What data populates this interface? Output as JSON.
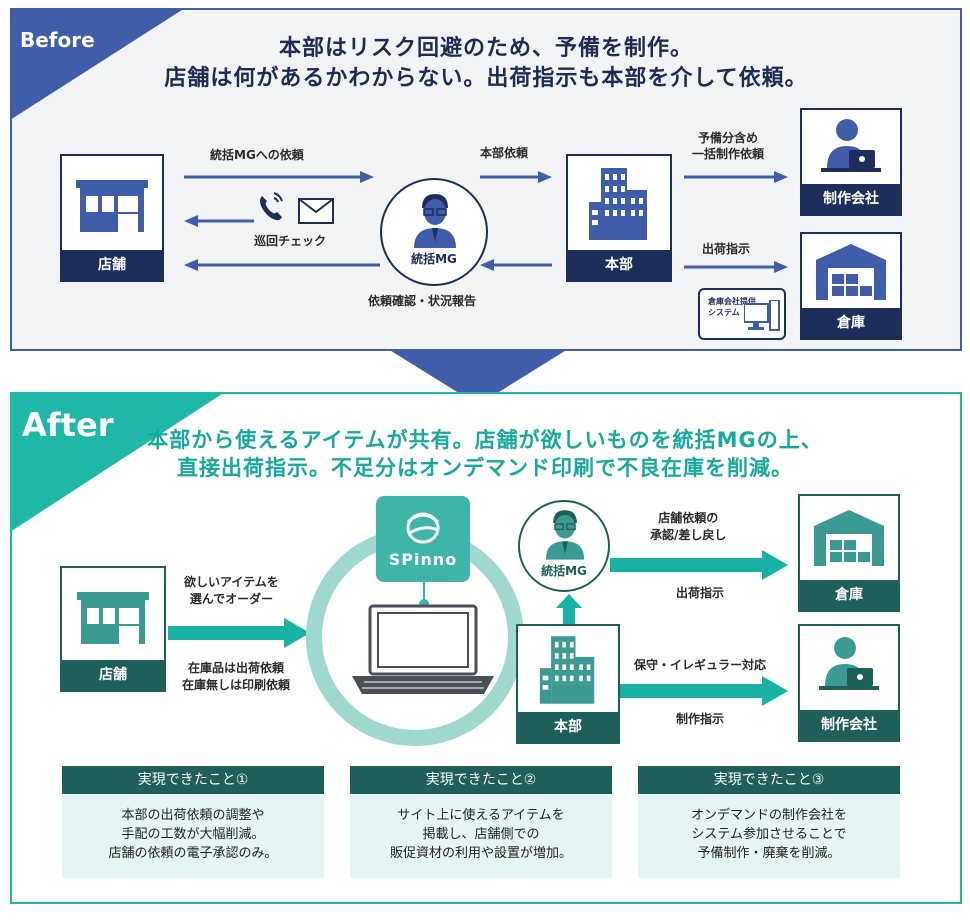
{
  "before": {
    "tag": "Before",
    "headline1": "本部はリスク回避のため、予備を制作。",
    "headline2": "店舗は何があるかわからない。出荷指示も本部を介して依頼。",
    "store_label": "店舗",
    "mg_label": "統括MG",
    "hq_label": "本部",
    "maker_label": "制作会社",
    "warehouse_label": "倉庫",
    "arrow_request_mg": "統括MGへの依頼",
    "patrol_check": "巡回チェック",
    "confirm_report": "依頼確認・状況報告",
    "hq_request": "本部依頼",
    "spare_line1": "予備分含め",
    "spare_line2": "一括制作依頼",
    "ship_instruction": "出荷指示",
    "system_line1": "倉庫会社提供",
    "system_line2": "システム"
  },
  "after": {
    "tag": "After",
    "headline1": "本部から使えるアイテムが共有。店舗が欲しいものを統括MGの上、",
    "headline2": "直接出荷指示。不足分はオンデマンド印刷で不良在庫を削減。",
    "store_label": "店舗",
    "spinno": "SPinno",
    "mg_label": "統括MG",
    "hq_label": "本部",
    "warehouse_label": "倉庫",
    "maker_label": "制作会社",
    "order_line1": "欲しいアイテムを",
    "order_line2": "選んでオーダー",
    "stock_line1": "在庫品は出荷依頼",
    "stock_line2": "在庫無しは印刷依頼",
    "approve_line1": "店舗依頼の",
    "approve_line2": "承認/差し戻し",
    "ship_instruction": "出荷指示",
    "maintenance": "保守・イレギュラー対応",
    "production_instruction": "制作指示"
  },
  "cards": [
    {
      "title": "実現できたこと①",
      "lines": [
        "本部の出荷依頼の調整や",
        "手配の工数が大幅削減。",
        "店舗の依頼の電子承認のみ。"
      ]
    },
    {
      "title": "実現できたこと②",
      "lines": [
        "サイト上に使えるアイテムを",
        "掲載し、店舗側での",
        "販促資材の利用や設置が増加。"
      ]
    },
    {
      "title": "実現できたこと③",
      "lines": [
        "オンデマンドの制作会社を",
        "システム参加させることで",
        "予備制作・廃棄を削減。"
      ]
    }
  ],
  "colors": {
    "before_accent": "#3f5da8",
    "before_dark": "#1f2d5a",
    "after_accent": "#1fb8a8",
    "after_dark": "#1e5f5a"
  }
}
